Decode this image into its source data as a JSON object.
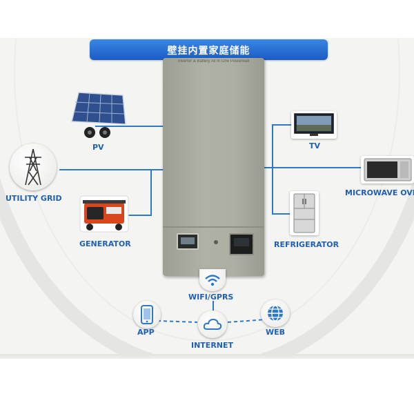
{
  "banner": {
    "title": "壁挂内置家庭储能",
    "subtitle": "Inverter & Battery All In One Powerwall"
  },
  "inputs": {
    "pv": "PV",
    "utility_grid": "UTILITY GRID",
    "generator": "GENERATOR"
  },
  "loads": {
    "tv": "TV",
    "microwave": "MICROWAVE OVE",
    "refrigerator": "REFRIGERATOR"
  },
  "connectivity": {
    "wifi": "WIFI/GPRS",
    "app": "APP",
    "internet": "INTERNET",
    "web": "WEB"
  },
  "colors": {
    "accent_blue": "#1f5fb5",
    "device_body": "#aeafa3"
  },
  "icons": [
    "solar-panel-icon",
    "pylon-icon",
    "generator-icon",
    "tv-icon",
    "microwave-icon",
    "refrigerator-icon",
    "wifi-icon",
    "phone-icon",
    "cloud-icon",
    "globe-icon"
  ]
}
